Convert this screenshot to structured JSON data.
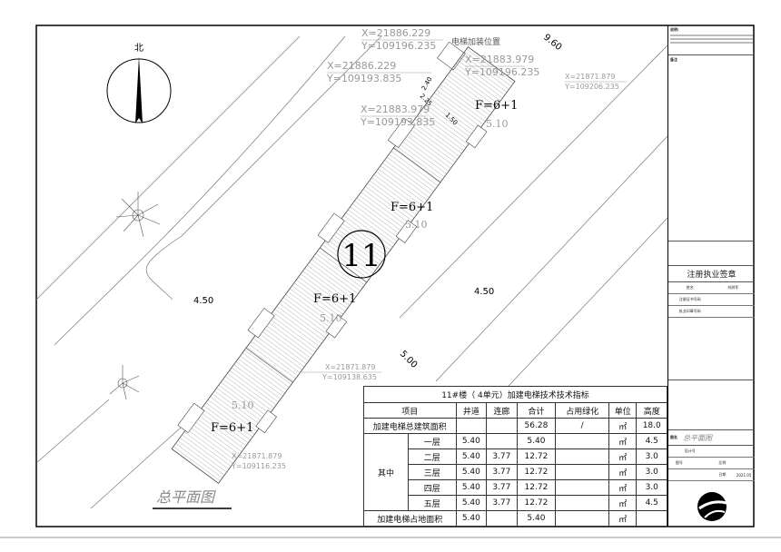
{
  "drawing": {
    "north_label": "北",
    "unit_number": "11",
    "floor_labels": [
      "F=6+1",
      "F=6+1",
      "F=6+1",
      "F=6+1"
    ],
    "height_labels": [
      "5.10",
      "5.10",
      "5.10",
      "5.10"
    ],
    "elevator_label": "电梯加装位置",
    "dims": {
      "d1": "9.60",
      "d2": "2.40",
      "d3": "2.25",
      "d4": "1.50",
      "d5": "4.50",
      "d6": "4.50",
      "d7": "5.00"
    },
    "coords": [
      {
        "x": "X=21886.229",
        "y": "Y=109196.235"
      },
      {
        "x": "X=21886.229",
        "y": "Y=109193.835"
      },
      {
        "x": "X=21883.979",
        "y": "Y=109196.235"
      },
      {
        "x": "X=21883.979",
        "y": "Y=109193.835"
      },
      {
        "x": "X=21871.879",
        "y": "Y=109206.235"
      },
      {
        "x": "X=21871.879",
        "y": "Y=109138.635"
      },
      {
        "x": "X=21871.879",
        "y": "Y=109116.235"
      }
    ],
    "plan_title": "总平面图"
  },
  "table": {
    "title": "11#楼（ 4单元）加建电梯技术技术指标",
    "headers": [
      "项目",
      "井道",
      "连廊",
      "合计",
      "占用绿化",
      "单位",
      "高度"
    ],
    "total_row": {
      "label": "加建电梯总建筑面积",
      "shaft": "",
      "corridor": "",
      "sum": "56.28",
      "green": "/",
      "unit": "㎡",
      "height": "18.0"
    },
    "group_label": "其中",
    "floors": [
      {
        "label": "一层",
        "shaft": "5.40",
        "corridor": "",
        "sum": "5.40",
        "green": "",
        "unit": "㎡",
        "height": "4.5"
      },
      {
        "label": "二层",
        "shaft": "5.40",
        "corridor": "3.77",
        "sum": "12.72",
        "green": "",
        "unit": "㎡",
        "height": "3.0"
      },
      {
        "label": "三层",
        "shaft": "5.40",
        "corridor": "3.77",
        "sum": "12.72",
        "green": "",
        "unit": "㎡",
        "height": "3.0"
      },
      {
        "label": "四层",
        "shaft": "5.40",
        "corridor": "3.77",
        "sum": "12.72",
        "green": "",
        "unit": "㎡",
        "height": "3.0"
      },
      {
        "label": "五层",
        "shaft": "5.40",
        "corridor": "3.77",
        "sum": "12.72",
        "green": "",
        "unit": "㎡",
        "height": "4.5"
      }
    ],
    "footprint_row": {
      "label": "加建电梯占地面积",
      "shaft": "5.40",
      "corridor": "",
      "sum": "5.40",
      "green": "",
      "unit": "㎡",
      "height": ""
    }
  },
  "title_block": {
    "notes_label": "说明:",
    "remarks_label": "备注",
    "seal_title": "注册执业签章",
    "name_label": "姓名",
    "name_value": "刘树军",
    "cert_label": "注册证书号码",
    "seal_label": "执业印章号码",
    "drawing_name_label": "图名",
    "drawing_name": "总平面图",
    "design_no_label": "设计号",
    "drawing_no_label": "图号",
    "scale_label": "比例",
    "date_label": "日期",
    "date_value": "2021.05"
  }
}
